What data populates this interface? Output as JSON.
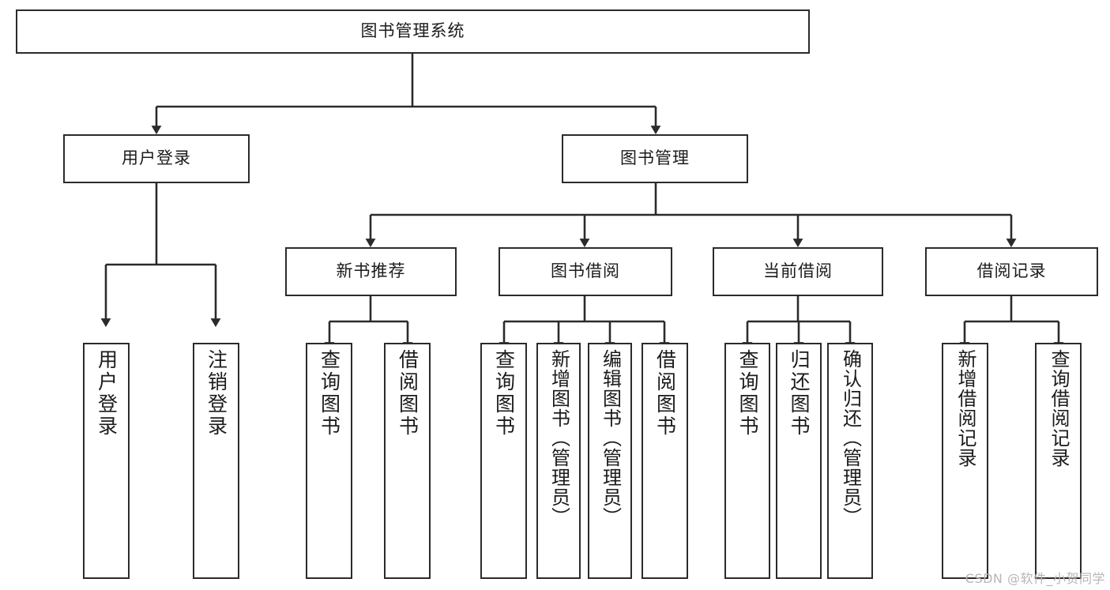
{
  "diagram": {
    "title": "图书管理系统",
    "type": "tree-hierarchy-chart",
    "root": {
      "id": "root",
      "label": "图书管理系统"
    },
    "level2": [
      {
        "id": "user-login",
        "label": "用户登录"
      },
      {
        "id": "book-management",
        "label": "图书管理"
      }
    ],
    "level3": [
      {
        "id": "new-book-recommend",
        "label": "新书推荐"
      },
      {
        "id": "book-borrow",
        "label": "图书借阅"
      },
      {
        "id": "current-borrow",
        "label": "当前借阅"
      },
      {
        "id": "borrow-record",
        "label": "借阅记录"
      }
    ],
    "leaves": [
      {
        "id": "leaf-user-login",
        "label": "用户登录",
        "parent": "user-login"
      },
      {
        "id": "leaf-logout-login",
        "label": "注销登录",
        "parent": "user-login"
      },
      {
        "id": "leaf-query-book-1",
        "label": "查询图书",
        "parent": "new-book-recommend"
      },
      {
        "id": "leaf-borrow-book-1",
        "label": "借阅图书",
        "parent": "new-book-recommend"
      },
      {
        "id": "leaf-query-book-2",
        "label": "查询图书",
        "parent": "book-borrow"
      },
      {
        "id": "leaf-add-book",
        "label": "新增图书（管理员）",
        "parent": "book-borrow"
      },
      {
        "id": "leaf-edit-book",
        "label": "编辑图书（管理员）",
        "parent": "book-borrow"
      },
      {
        "id": "leaf-borrow-book-2",
        "label": "借阅图书",
        "parent": "book-borrow"
      },
      {
        "id": "leaf-query-book-3",
        "label": "查询图书",
        "parent": "current-borrow"
      },
      {
        "id": "leaf-return-book",
        "label": "归还图书",
        "parent": "current-borrow"
      },
      {
        "id": "leaf-confirm-return",
        "label": "确认归还（管理员）",
        "parent": "current-borrow"
      },
      {
        "id": "leaf-add-record",
        "label": "新增借阅记录",
        "parent": "borrow-record"
      },
      {
        "id": "leaf-query-record",
        "label": "查询借阅记录",
        "parent": "borrow-record"
      }
    ],
    "colors": {
      "stroke": "#2b2b2b",
      "fill": "#ffffff",
      "text": "#1b1b1b",
      "watermark": "#b6b6b6"
    }
  },
  "watermark": {
    "text": "CSDN @软件_小贺同学"
  }
}
